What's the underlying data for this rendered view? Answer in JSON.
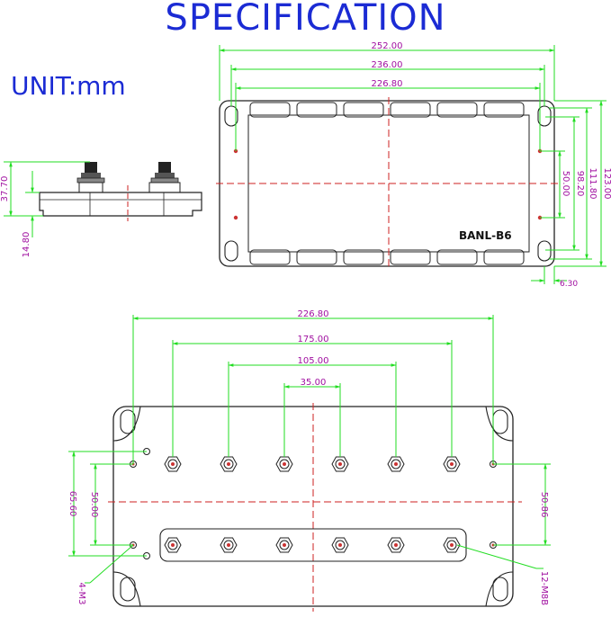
{
  "heading": "SPECIFICATION",
  "unit_label": "UNIT:mm",
  "model_label": "BANL-B6",
  "colors": {
    "heading": "#1b2bd4",
    "dimension_line": "#22dd22",
    "dimension_text": "#a010a0",
    "outline": "#222222",
    "centerline": "#cc2222"
  },
  "top_view": {
    "width_overall": "252.00",
    "width_holes": "236.00",
    "width_inner": "226.80",
    "height_overall": "123.00",
    "height_2": "111.80",
    "height_3": "98.20",
    "height_4": "50.00",
    "edge_offset": "6.30"
  },
  "side_view": {
    "height": "37.70",
    "base_height": "14.80"
  },
  "bottom_view": {
    "span_226": "226.80",
    "span_175": "175.00",
    "span_105": "105.00",
    "span_35": "35.00",
    "left_height": "65.60",
    "left_inner": "50.00",
    "right_height": "50.86",
    "holes_note": "4-M3",
    "terminals_note": "12-M8B"
  }
}
